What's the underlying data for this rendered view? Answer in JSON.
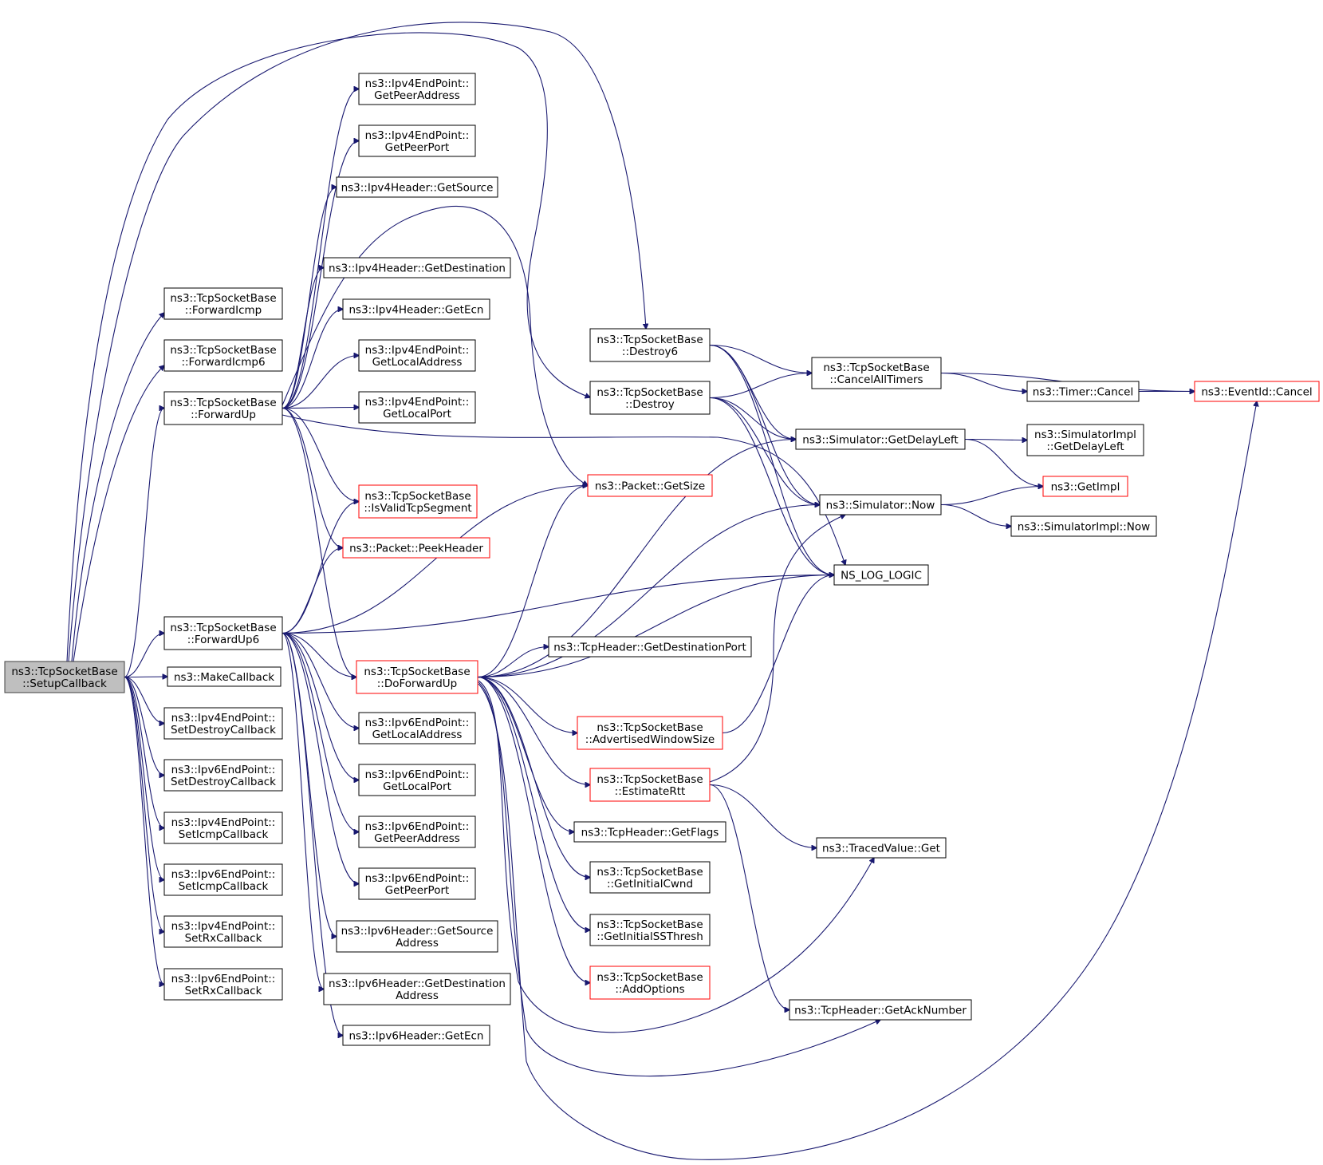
{
  "nodes": [
    {
      "id": "setupcallback",
      "lines": [
        "ns3::TcpSocketBase",
        "::SetupCallback"
      ],
      "style": "root"
    },
    {
      "id": "forwardicmp",
      "lines": [
        "ns3::TcpSocketBase",
        "::ForwardIcmp"
      ],
      "style": "normal"
    },
    {
      "id": "forwardicmp6",
      "lines": [
        "ns3::TcpSocketBase",
        "::ForwardIcmp6"
      ],
      "style": "normal"
    },
    {
      "id": "forwardup",
      "lines": [
        "ns3::TcpSocketBase",
        "::ForwardUp"
      ],
      "style": "normal"
    },
    {
      "id": "forwardup6",
      "lines": [
        "ns3::TcpSocketBase",
        "::ForwardUp6"
      ],
      "style": "normal"
    },
    {
      "id": "makecallback",
      "lines": [
        "ns3::MakeCallback"
      ],
      "style": "normal"
    },
    {
      "id": "ipv4-setdestroy",
      "lines": [
        "ns3::Ipv4EndPoint::",
        "SetDestroyCallback"
      ],
      "style": "normal"
    },
    {
      "id": "ipv6-setdestroy",
      "lines": [
        "ns3::Ipv6EndPoint::",
        "SetDestroyCallback"
      ],
      "style": "normal"
    },
    {
      "id": "ipv4-seticmp",
      "lines": [
        "ns3::Ipv4EndPoint::",
        "SetIcmpCallback"
      ],
      "style": "normal"
    },
    {
      "id": "ipv6-seticmp",
      "lines": [
        "ns3::Ipv6EndPoint::",
        "SetIcmpCallback"
      ],
      "style": "normal"
    },
    {
      "id": "ipv4-setrx",
      "lines": [
        "ns3::Ipv4EndPoint::",
        "SetRxCallback"
      ],
      "style": "normal"
    },
    {
      "id": "ipv6-setrx",
      "lines": [
        "ns3::Ipv6EndPoint::",
        "SetRxCallback"
      ],
      "style": "normal"
    },
    {
      "id": "ipv4ep-getpeeraddress",
      "lines": [
        "ns3::Ipv4EndPoint::",
        "GetPeerAddress"
      ],
      "style": "normal"
    },
    {
      "id": "ipv4ep-getpeerport",
      "lines": [
        "ns3::Ipv4EndPoint::",
        "GetPeerPort"
      ],
      "style": "normal"
    },
    {
      "id": "ipv4h-getsource",
      "lines": [
        "ns3::Ipv4Header::GetSource"
      ],
      "style": "normal"
    },
    {
      "id": "ipv4h-getdestination",
      "lines": [
        "ns3::Ipv4Header::GetDestination"
      ],
      "style": "normal"
    },
    {
      "id": "ipv4h-getecn",
      "lines": [
        "ns3::Ipv4Header::GetEcn"
      ],
      "style": "normal"
    },
    {
      "id": "ipv4ep-getlocaladdress",
      "lines": [
        "ns3::Ipv4EndPoint::",
        "GetLocalAddress"
      ],
      "style": "normal"
    },
    {
      "id": "ipv4ep-getlocalport",
      "lines": [
        "ns3::Ipv4EndPoint::",
        "GetLocalPort"
      ],
      "style": "normal"
    },
    {
      "id": "isvalidtcpsegment",
      "lines": [
        "ns3::TcpSocketBase",
        "::IsValidTcpSegment"
      ],
      "style": "red"
    },
    {
      "id": "peekheader",
      "lines": [
        "ns3::Packet::PeekHeader"
      ],
      "style": "red"
    },
    {
      "id": "doforwardup",
      "lines": [
        "ns3::TcpSocketBase",
        "::DoForwardUp"
      ],
      "style": "red"
    },
    {
      "id": "ipv6ep-getlocaladdress",
      "lines": [
        "ns3::Ipv6EndPoint::",
        "GetLocalAddress"
      ],
      "style": "normal"
    },
    {
      "id": "ipv6ep-getlocalport",
      "lines": [
        "ns3::Ipv6EndPoint::",
        "GetLocalPort"
      ],
      "style": "normal"
    },
    {
      "id": "ipv6ep-getpeeraddress",
      "lines": [
        "ns3::Ipv6EndPoint::",
        "GetPeerAddress"
      ],
      "style": "normal"
    },
    {
      "id": "ipv6ep-getpeerport",
      "lines": [
        "ns3::Ipv6EndPoint::",
        "GetPeerPort"
      ],
      "style": "normal"
    },
    {
      "id": "ipv6h-getsourceaddress",
      "lines": [
        "ns3::Ipv6Header::GetSource",
        "Address"
      ],
      "style": "normal"
    },
    {
      "id": "ipv6h-getdestinationaddress",
      "lines": [
        "ns3::Ipv6Header::GetDestination",
        "Address"
      ],
      "style": "normal"
    },
    {
      "id": "ipv6h-getecn",
      "lines": [
        "ns3::Ipv6Header::GetEcn"
      ],
      "style": "normal"
    },
    {
      "id": "destroy6",
      "lines": [
        "ns3::TcpSocketBase",
        "::Destroy6"
      ],
      "style": "normal"
    },
    {
      "id": "destroy",
      "lines": [
        "ns3::TcpSocketBase",
        "::Destroy"
      ],
      "style": "normal"
    },
    {
      "id": "packet-getsize",
      "lines": [
        "ns3::Packet::GetSize"
      ],
      "style": "red"
    },
    {
      "id": "getdestinationport",
      "lines": [
        "ns3::TcpHeader::GetDestinationPort"
      ],
      "style": "normal"
    },
    {
      "id": "advertisedwindowsize",
      "lines": [
        "ns3::TcpSocketBase",
        "::AdvertisedWindowSize"
      ],
      "style": "red"
    },
    {
      "id": "estimatertt",
      "lines": [
        "ns3::TcpSocketBase",
        "::EstimateRtt"
      ],
      "style": "red"
    },
    {
      "id": "getflags",
      "lines": [
        "ns3::TcpHeader::GetFlags"
      ],
      "style": "normal"
    },
    {
      "id": "getinitialcwnd",
      "lines": [
        "ns3::TcpSocketBase",
        "::GetInitialCwnd"
      ],
      "style": "normal"
    },
    {
      "id": "getinitialssthresh",
      "lines": [
        "ns3::TcpSocketBase",
        "::GetInitialSSThresh"
      ],
      "style": "normal"
    },
    {
      "id": "addoptions",
      "lines": [
        "ns3::TcpSocketBase",
        "::AddOptions"
      ],
      "style": "red"
    },
    {
      "id": "cancelalltimers",
      "lines": [
        "ns3::TcpSocketBase",
        "::CancelAllTimers"
      ],
      "style": "normal"
    },
    {
      "id": "sim-getdelayleft",
      "lines": [
        "ns3::Simulator::GetDelayLeft"
      ],
      "style": "normal"
    },
    {
      "id": "sim-now",
      "lines": [
        "ns3::Simulator::Now"
      ],
      "style": "normal"
    },
    {
      "id": "ns-log-logic",
      "lines": [
        "NS_LOG_LOGIC"
      ],
      "style": "normal"
    },
    {
      "id": "tracedvalue-get",
      "lines": [
        "ns3::TracedValue::Get"
      ],
      "style": "normal"
    },
    {
      "id": "getacknumber",
      "lines": [
        "ns3::TcpHeader::GetAckNumber"
      ],
      "style": "normal"
    },
    {
      "id": "timer-cancel",
      "lines": [
        "ns3::Timer::Cancel"
      ],
      "style": "normal"
    },
    {
      "id": "eventid-cancel",
      "lines": [
        "ns3::EventId::Cancel"
      ],
      "style": "red"
    },
    {
      "id": "simimpl-getdelayleft",
      "lines": [
        "ns3::SimulatorImpl",
        "::GetDelayLeft"
      ],
      "style": "normal"
    },
    {
      "id": "getimpl",
      "lines": [
        "ns3::GetImpl"
      ],
      "style": "red"
    },
    {
      "id": "simimpl-now",
      "lines": [
        "ns3::SimulatorImpl::Now"
      ],
      "style": "normal"
    }
  ],
  "edges": [
    [
      "setupcallback",
      "forwardup"
    ],
    [
      "setupcallback",
      "forwardup6"
    ],
    [
      "setupcallback",
      "makecallback"
    ],
    [
      "setupcallback",
      "ipv4-setdestroy"
    ],
    [
      "setupcallback",
      "ipv6-setdestroy"
    ],
    [
      "setupcallback",
      "ipv4-seticmp"
    ],
    [
      "setupcallback",
      "ipv6-seticmp"
    ],
    [
      "setupcallback",
      "ipv4-setrx"
    ],
    [
      "setupcallback",
      "ipv6-setrx"
    ],
    [
      "setupcallback",
      "destroy6"
    ],
    [
      "setupcallback",
      "destroy"
    ],
    [
      "setupcallback",
      "forwardicmp"
    ],
    [
      "setupcallback",
      "forwardicmp6"
    ],
    [
      "forwardup",
      "ipv4ep-getpeeraddress"
    ],
    [
      "forwardup",
      "ipv4ep-getpeerport"
    ],
    [
      "forwardup",
      "ipv4h-getsource"
    ],
    [
      "forwardup",
      "ipv4h-getdestination"
    ],
    [
      "forwardup",
      "ipv4h-getecn"
    ],
    [
      "forwardup",
      "ipv4ep-getlocaladdress"
    ],
    [
      "forwardup",
      "ipv4ep-getlocalport"
    ],
    [
      "forwardup",
      "isvalidtcpsegment"
    ],
    [
      "forwardup",
      "peekheader"
    ],
    [
      "forwardup",
      "doforwardup"
    ],
    [
      "forwardup",
      "packet-getsize"
    ],
    [
      "forwardup",
      "ns-log-logic"
    ],
    [
      "forwardup6",
      "isvalidtcpsegment"
    ],
    [
      "forwardup6",
      "peekheader"
    ],
    [
      "forwardup6",
      "packet-getsize"
    ],
    [
      "forwardup6",
      "ns-log-logic"
    ],
    [
      "forwardup6",
      "doforwardup"
    ],
    [
      "forwardup6",
      "ipv6ep-getlocaladdress"
    ],
    [
      "forwardup6",
      "ipv6ep-getlocalport"
    ],
    [
      "forwardup6",
      "ipv6ep-getpeeraddress"
    ],
    [
      "forwardup6",
      "ipv6ep-getpeerport"
    ],
    [
      "forwardup6",
      "ipv6h-getsourceaddress"
    ],
    [
      "forwardup6",
      "ipv6h-getdestinationaddress"
    ],
    [
      "forwardup6",
      "ipv6h-getecn"
    ],
    [
      "doforwardup",
      "packet-getsize"
    ],
    [
      "doforwardup",
      "getdestinationport"
    ],
    [
      "doforwardup",
      "advertisedwindowsize"
    ],
    [
      "doforwardup",
      "estimatertt"
    ],
    [
      "doforwardup",
      "getflags"
    ],
    [
      "doforwardup",
      "getinitialcwnd"
    ],
    [
      "doforwardup",
      "getinitialssthresh"
    ],
    [
      "doforwardup",
      "addoptions"
    ],
    [
      "doforwardup",
      "sim-getdelayleft"
    ],
    [
      "doforwardup",
      "sim-now"
    ],
    [
      "doforwardup",
      "ns-log-logic"
    ],
    [
      "doforwardup",
      "tracedvalue-get"
    ],
    [
      "doforwardup",
      "getacknumber"
    ],
    [
      "doforwardup",
      "eventid-cancel"
    ],
    [
      "destroy6",
      "cancelalltimers"
    ],
    [
      "destroy6",
      "sim-getdelayleft"
    ],
    [
      "destroy6",
      "sim-now"
    ],
    [
      "destroy6",
      "ns-log-logic"
    ],
    [
      "destroy",
      "cancelalltimers"
    ],
    [
      "destroy",
      "sim-getdelayleft"
    ],
    [
      "destroy",
      "sim-now"
    ],
    [
      "destroy",
      "ns-log-logic"
    ],
    [
      "cancelalltimers",
      "timer-cancel"
    ],
    [
      "cancelalltimers",
      "eventid-cancel"
    ],
    [
      "timer-cancel",
      "eventid-cancel"
    ],
    [
      "sim-getdelayleft",
      "simimpl-getdelayleft"
    ],
    [
      "sim-getdelayleft",
      "getimpl"
    ],
    [
      "sim-now",
      "getimpl"
    ],
    [
      "sim-now",
      "simimpl-now"
    ],
    [
      "advertisedwindowsize",
      "ns-log-logic"
    ],
    [
      "estimatertt",
      "sim-now"
    ],
    [
      "estimatertt",
      "tracedvalue-get"
    ],
    [
      "estimatertt",
      "getacknumber"
    ]
  ],
  "colors": {
    "edge": "#191970",
    "root_fill": "#bfbfbf",
    "highlight_border": "#ff0000",
    "normal_border": "#000000"
  }
}
